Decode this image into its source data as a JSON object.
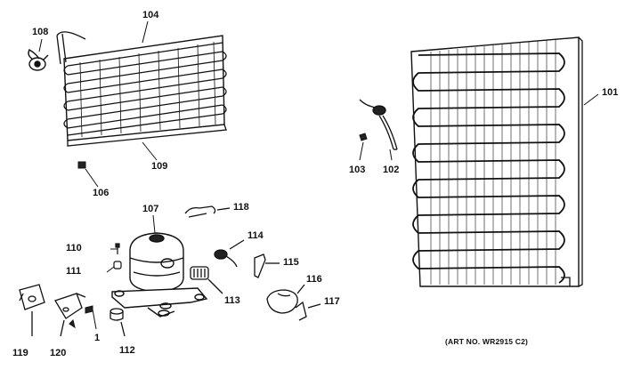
{
  "art_number": "(ART NO. WR2915 C2)",
  "callouts": {
    "c108": "108",
    "c104": "104",
    "c109": "109",
    "c106": "106",
    "c101": "101",
    "c103": "103",
    "c102": "102",
    "c107": "107",
    "c118": "118",
    "c110": "110",
    "c111": "111",
    "c114": "114",
    "c115": "115",
    "c116": "116",
    "c117": "117",
    "c113": "113",
    "c119": "119",
    "c120": "120",
    "c1": "1",
    "c112": "112"
  }
}
